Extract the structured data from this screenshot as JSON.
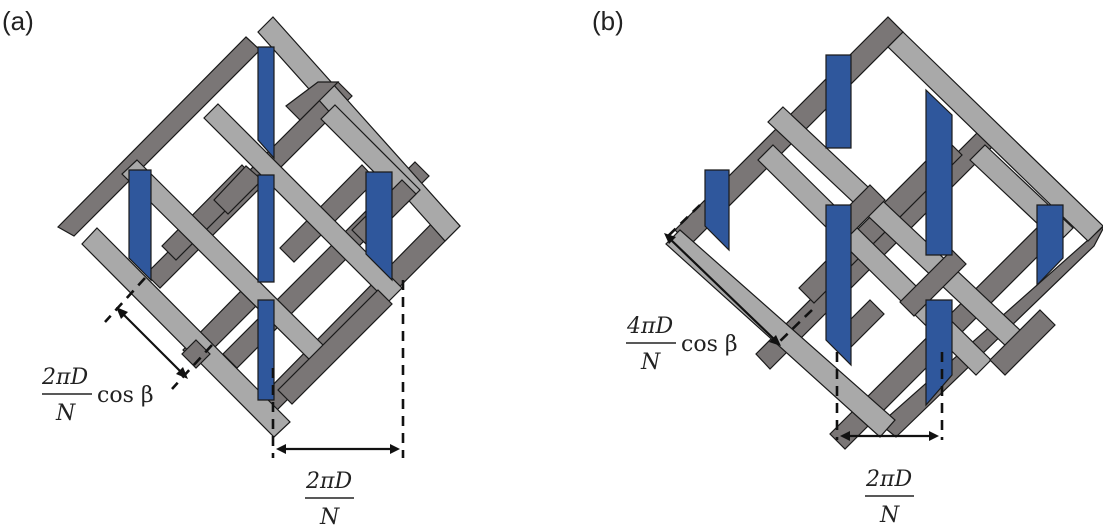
{
  "figure": {
    "panels": [
      {
        "id": "a",
        "label": "(a)",
        "pattern": "one-over-one weave",
        "strip_colors": {
          "light": "#a9a9a9",
          "dark": "#7a7676",
          "vertical": "#2f579c"
        },
        "annotations": {
          "diagonal_spacing": {
            "numerator": "2πD",
            "denominator": "N",
            "suffix": "cos β"
          },
          "horizontal_spacing": {
            "numerator": "2πD",
            "denominator": "N"
          }
        }
      },
      {
        "id": "b",
        "label": "(b)",
        "pattern": "two-over-two weave",
        "strip_colors": {
          "light": "#a9a9a9",
          "dark": "#7a7676",
          "vertical": "#2f579c"
        },
        "annotations": {
          "diagonal_spacing": {
            "numerator": "4πD",
            "denominator": "N",
            "suffix": "cos β"
          },
          "horizontal_spacing": {
            "numerator": "2πD",
            "denominator": "N"
          }
        }
      }
    ]
  }
}
